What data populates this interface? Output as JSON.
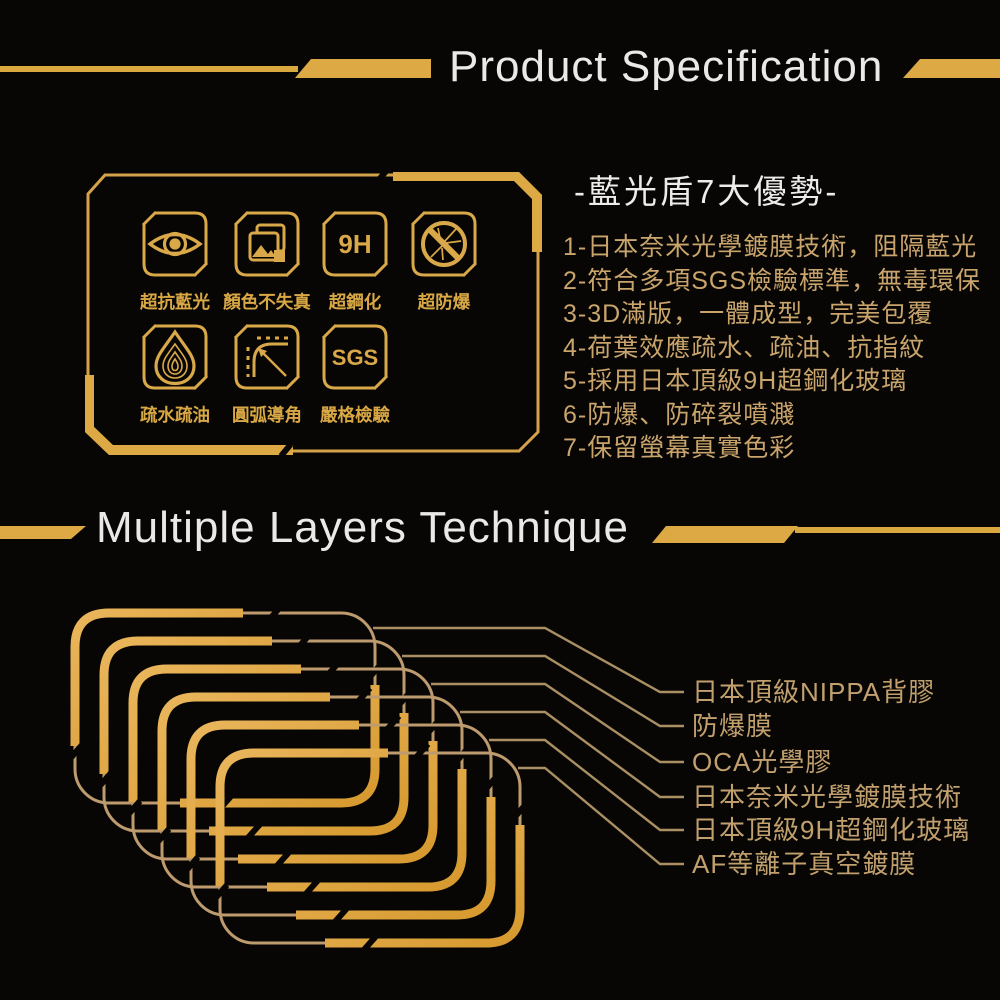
{
  "colors": {
    "gold": "#dca945",
    "gold_bright": "#e8b254",
    "tan_line": "#bd9b6e",
    "tan_text": "#c9a46c",
    "white": "#e9e9e9",
    "background": "#070604"
  },
  "header1": {
    "title": "Product Specification"
  },
  "features_panel": {
    "tiles": [
      {
        "label": "超抗藍光",
        "icon": "eye-icon"
      },
      {
        "label": "顏色不失真",
        "icon": "photos-icon"
      },
      {
        "label": "超鋼化",
        "icon": "9h-badge",
        "badge": "9H"
      },
      {
        "label": "超防爆",
        "icon": "no-shatter-icon"
      },
      {
        "label": "疏水疏油",
        "icon": "water-drop-icon"
      },
      {
        "label": "圓弧導角",
        "icon": "rounded-corner-icon"
      },
      {
        "label": "嚴格檢驗",
        "icon": "sgs-badge",
        "badge": "SGS"
      }
    ]
  },
  "advantages": {
    "heading": "-藍光盾7大優勢-",
    "items": [
      "1-日本奈米光學鍍膜技術，阻隔藍光",
      "2-符合多項SGS檢驗標準，無毒環保",
      "3-3D滿版，一體成型，完美包覆",
      "4-荷葉效應疏水、疏油、抗指紋",
      "5-採用日本頂級9H超鋼化玻璃",
      "6-防爆、防碎裂噴濺",
      "7-保留螢幕真實色彩"
    ]
  },
  "header2": {
    "title": "Multiple Layers Technique"
  },
  "layers": {
    "labels": [
      "日本頂級NIPPA背膠",
      "防爆膜",
      "OCA光學膠",
      "日本奈米光學鍍膜技術",
      "日本頂級9H超鋼化玻璃",
      "AF等離子真空鍍膜"
    ]
  }
}
